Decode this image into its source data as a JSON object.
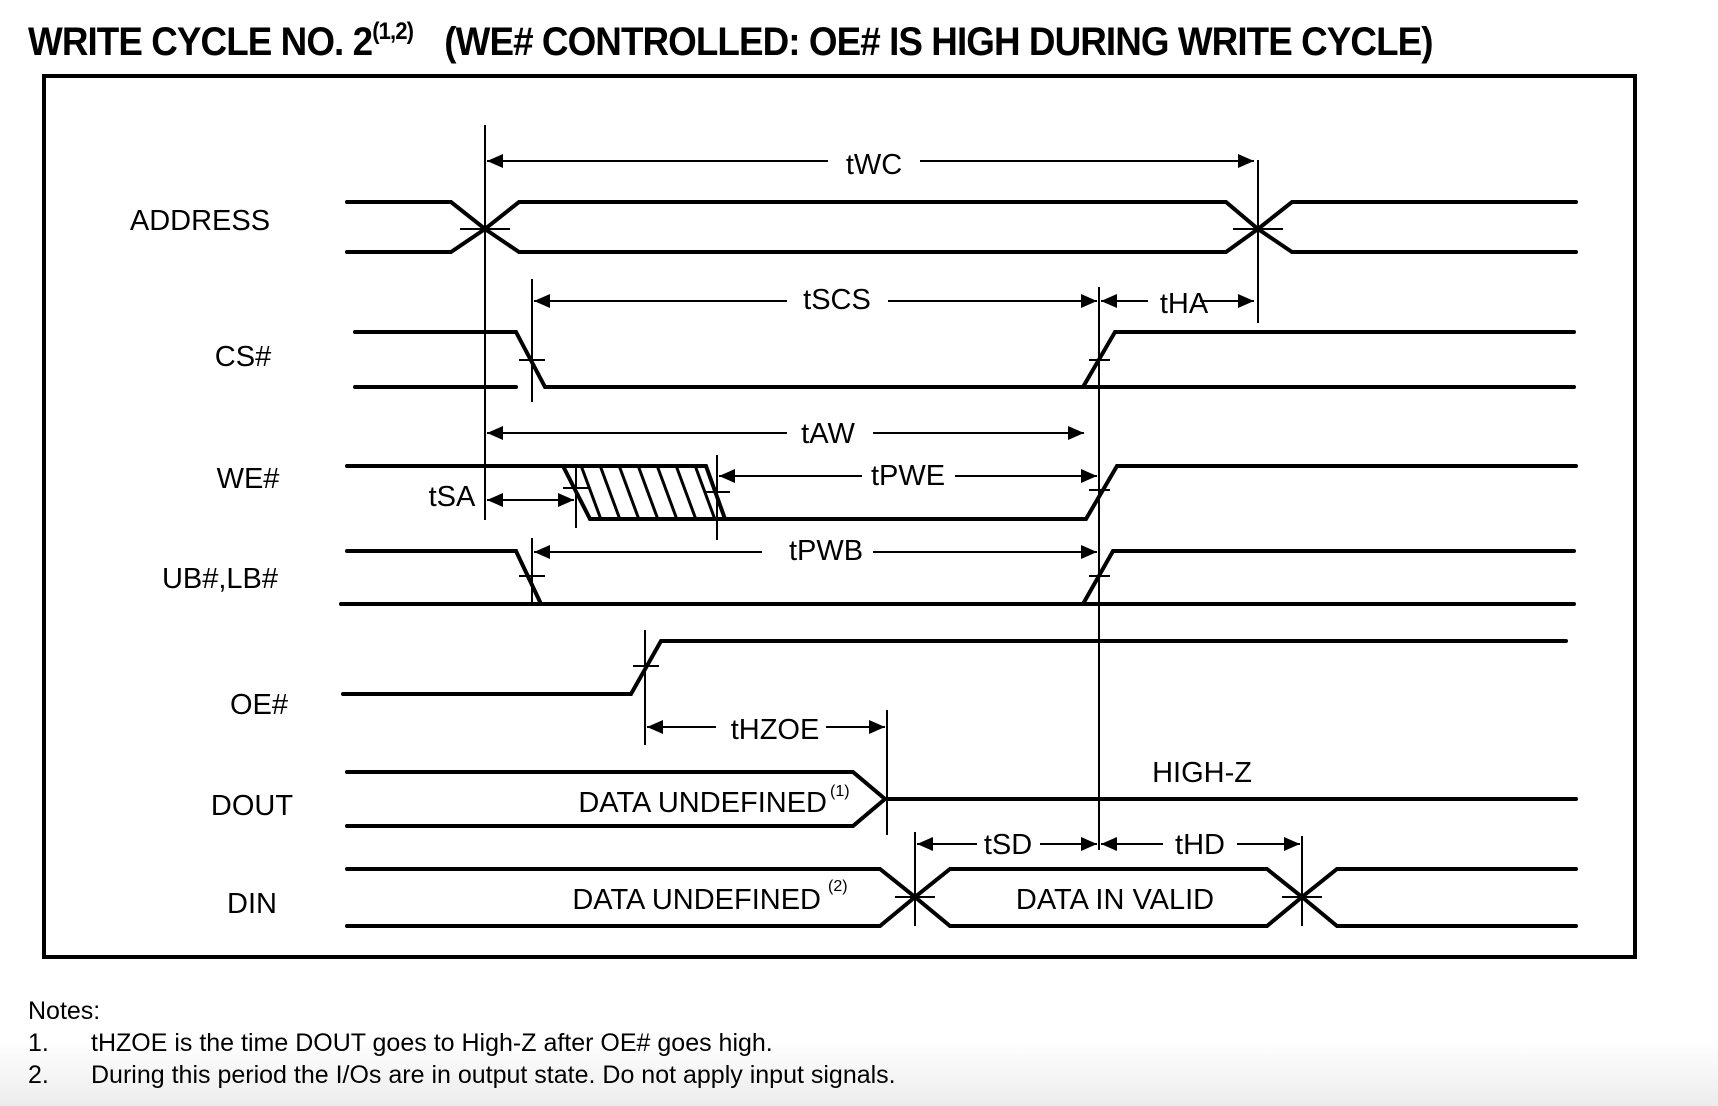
{
  "title": {
    "main": "WRITE CYCLE NO. 2",
    "superscript": "(1,2)",
    "subtitle": "(WE# CONTROLLED: OE# IS HIGH DURING WRITE CYCLE)"
  },
  "signals": [
    {
      "id": "address",
      "label": "ADDRESS"
    },
    {
      "id": "cs",
      "label": "CS#"
    },
    {
      "id": "we",
      "label": "WE#"
    },
    {
      "id": "ub-lb",
      "label": "UB#,LB#"
    },
    {
      "id": "oe",
      "label": "OE#"
    },
    {
      "id": "dout",
      "label": "DOUT"
    },
    {
      "id": "din",
      "label": "DIN"
    }
  ],
  "timings": {
    "twc": "tWC",
    "tscs": "tSCS",
    "tha": "tHA",
    "taw": "tAW",
    "tpwe": "tPWE",
    "tsa": "tSA",
    "tpwb": "tPWB",
    "thzoe": "tHZOE",
    "tsd": "tSD",
    "thd": "tHD"
  },
  "annotations": {
    "dout_undefined": "DATA UNDEFINED",
    "dout_undefined_note": "(1)",
    "high_z": "HIGH-Z",
    "din_undefined": "DATA UNDEFINED",
    "din_undefined_note": "(2)",
    "din_valid": "DATA IN VALID"
  },
  "notes": {
    "heading": "Notes:",
    "items": [
      {
        "num": "1.",
        "text": "tHZOE is the time DOUT goes to High-Z after OE# goes high."
      },
      {
        "num": "2.",
        "text": "During this period the I/Os are in output state. Do not apply input signals."
      }
    ]
  }
}
